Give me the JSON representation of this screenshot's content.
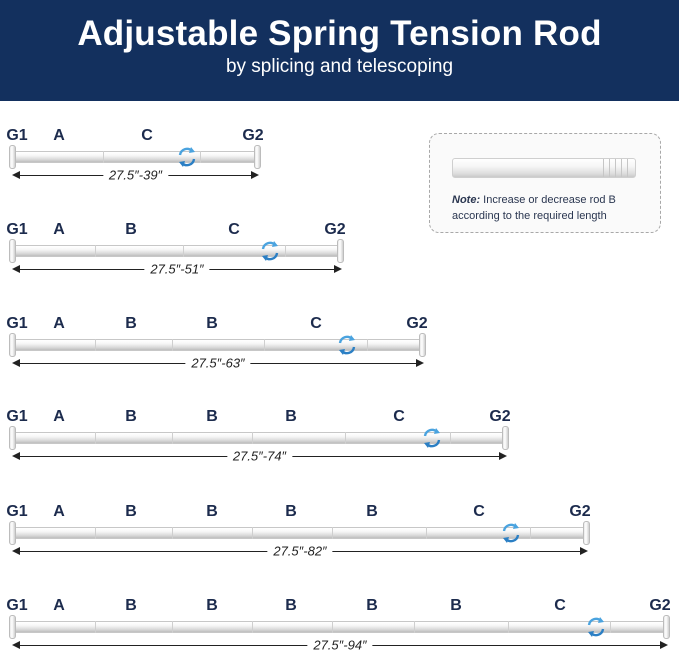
{
  "header": {
    "title": "Adjustable Spring Tension Rod",
    "subtitle": "by splicing and telescoping"
  },
  "note": {
    "label": "Note:",
    "text": "Increase or decrease rod B according to the required length"
  },
  "icons": {
    "rotate": "rotate-arrows-icon",
    "rotate_colors": [
      "#4aa3df",
      "#2b7fc4"
    ]
  },
  "rods": [
    {
      "labels": [
        "G1",
        "A",
        "C",
        "G2"
      ],
      "dimension": "27.5″-39″"
    },
    {
      "labels": [
        "G1",
        "A",
        "B",
        "C",
        "G2"
      ],
      "dimension": "27.5″-51″"
    },
    {
      "labels": [
        "G1",
        "A",
        "B",
        "B",
        "C",
        "G2"
      ],
      "dimension": "27.5″-63″"
    },
    {
      "labels": [
        "G1",
        "A",
        "B",
        "B",
        "B",
        "C",
        "G2"
      ],
      "dimension": "27.5″-74″"
    },
    {
      "labels": [
        "G1",
        "A",
        "B",
        "B",
        "B",
        "B",
        "C",
        "G2"
      ],
      "dimension": "27.5″-82″"
    },
    {
      "labels": [
        "G1",
        "A",
        "B",
        "B",
        "B",
        "B",
        "B",
        "C",
        "G2"
      ],
      "dimension": "27.5″-94″"
    }
  ]
}
